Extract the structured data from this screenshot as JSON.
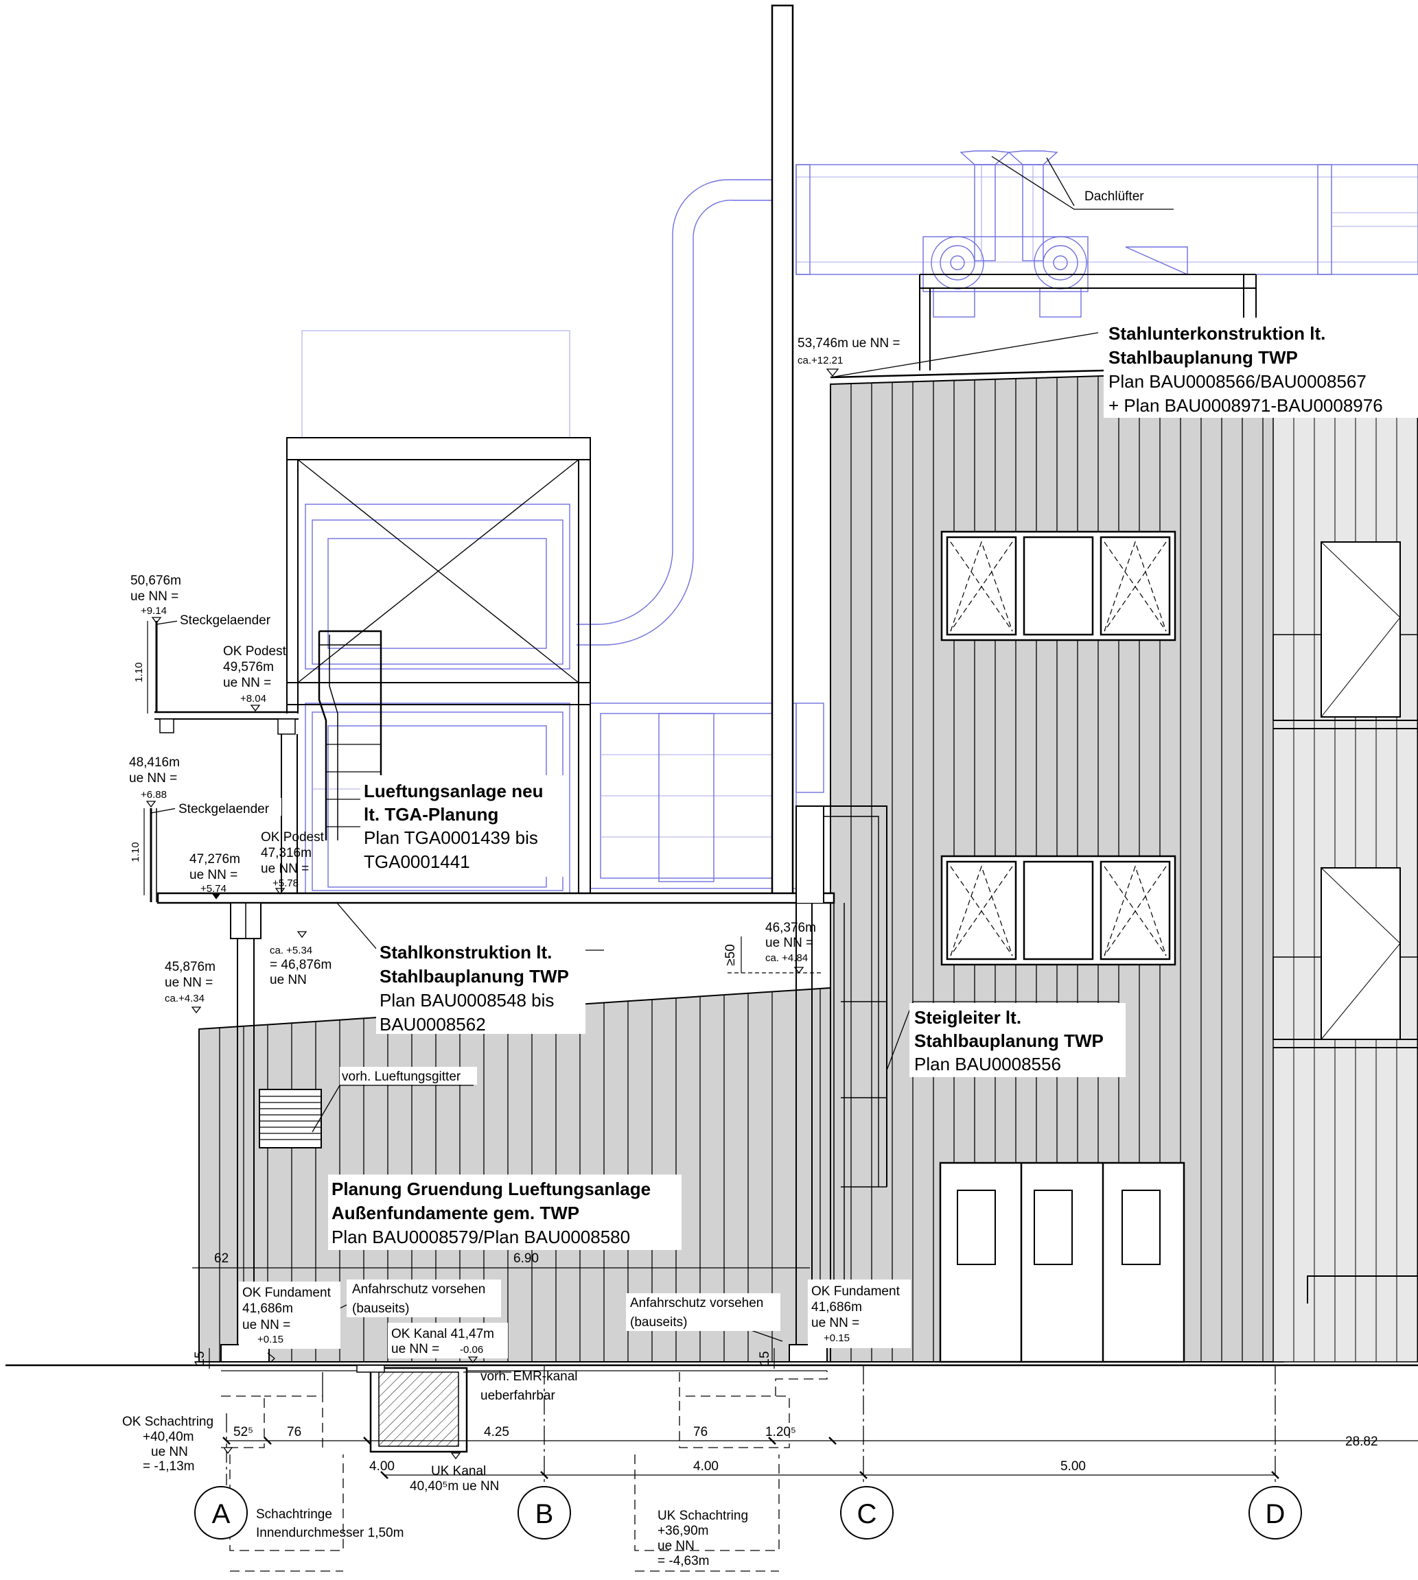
{
  "axes": [
    {
      "id": "A",
      "label": "A"
    },
    {
      "id": "B",
      "label": "B"
    },
    {
      "id": "C",
      "label": "C"
    },
    {
      "id": "D",
      "label": "D"
    }
  ],
  "notes": {
    "roof_vent": "Dachlüfter",
    "steel_sub": [
      "Stahlunterkonstruktion lt.",
      "Stahlbauplanung TWP",
      "Plan BAU0008566/BAU0008567",
      "+ Plan BAU0008971-BAU0008976"
    ],
    "vent_new": [
      "Lueftungsanlage neu",
      "lt. TGA-Planung",
      "Plan TGA0001439 bis",
      "TGA0001441"
    ],
    "steel_con": [
      "Stahlkonstruktion lt.",
      "Stahlbauplanung TWP",
      "Plan BAU0008548 bis",
      "BAU0008562"
    ],
    "ladder": [
      "Steigleiter lt.",
      "Stahlbauplanung TWP",
      "Plan BAU0008556"
    ],
    "foundation": [
      "Planung Gruendung Lueftungsanlage",
      "Außenfundamente gem. TWP",
      "Plan BAU0008579/Plan BAU0008580"
    ],
    "grille": "vorh. Lueftungsgitter",
    "railing1": "Steckgelaender",
    "railing2": "Steckgelaender",
    "impact_left": [
      "Anfahrschutz vorsehen",
      "(bauseits)"
    ],
    "impact_right": [
      "Anfahrschutz vorsehen",
      "(bauseits)"
    ],
    "emr": [
      "vorh. EMR-kanal",
      "ueberfahrbar"
    ],
    "shaft_rings": [
      "Schachtringe",
      "Innendurchmesser 1,50m"
    ]
  },
  "levels": {
    "top_right": [
      "53,746m ue NN =",
      "ca.+12.21"
    ],
    "l50": [
      "50,676m",
      "ue NN =",
      "+9.14"
    ],
    "podest1": [
      "OK Podest",
      "49,576m",
      "ue NN =",
      "+8.04"
    ],
    "l48": [
      "48,416m",
      "ue NN =",
      "+6.88"
    ],
    "podest2": [
      "OK Podest",
      "47,316m",
      "ue NN =",
      "+5.78"
    ],
    "l47": [
      "47,276m",
      "ue NN =",
      "+5.74"
    ],
    "ca534": [
      "ca. +5.34",
      "= 46,876m",
      "ue NN"
    ],
    "l46": [
      "46,376m",
      "ue NN =",
      "ca. +4.84"
    ],
    "l45": [
      "45,876m",
      "ue NN =",
      "ca.+4.34"
    ],
    "fund_left": [
      "OK Fundament",
      "41,686m",
      "ue NN =",
      "+0.15"
    ],
    "fund_right": [
      "OK Fundament",
      "41,686m",
      "ue NN =",
      "+0.15"
    ],
    "kanal": [
      "OK Kanal 41,47m",
      "ue NN =",
      "-0.06"
    ],
    "shaft_ring": [
      "OK Schachtring",
      "+40,40m",
      "ue NN",
      "= -1,13m"
    ],
    "uk_kanal": [
      "UK Kanal",
      "40,40⁵m ue NN"
    ],
    "uk_shaft": [
      "UK Schachtring",
      "+36,90m",
      "ue NN",
      "= -4,63m"
    ]
  },
  "dims": {
    "h110a": "1.10",
    "h110b": "1.10",
    "ge50": "≥50",
    "d62": "62",
    "d690": "6.90",
    "d15a": "15",
    "d15b": "15",
    "d525": "52⁵",
    "d76a": "76",
    "d425": "4.25",
    "d76b": "76",
    "d1205": "1.20⁵",
    "d2882": "28.82",
    "d400a": "4.00",
    "d400b": "4.00",
    "d500": "5.00"
  },
  "colors": {
    "cladding": "#d2d2d2",
    "hvac_lines": "#6f6fe0",
    "ink": "#000000"
  }
}
